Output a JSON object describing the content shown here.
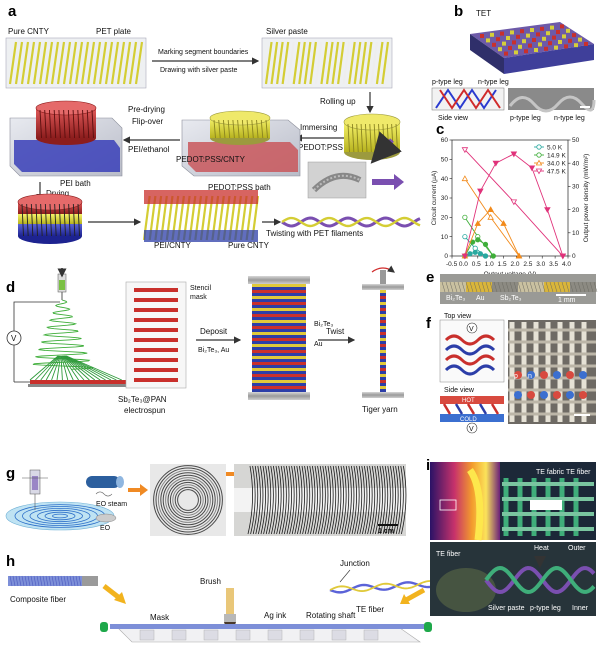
{
  "panels": {
    "a": {
      "letter": "a",
      "pure_cnty": "Pure CNTY",
      "pet_plate": "PET plate",
      "marking": "Marking segment boundaries",
      "drawing": "Drawing with silver paste",
      "silver_paste": "Silver paste",
      "rolling_up": "Rolling up",
      "immersing": "Immersing",
      "pedot_pss": "PEDOT:PSS",
      "pre_drying": "Pre-drying",
      "flip_over": "Flip-over",
      "pei_ethanol": "PEI/ethanol",
      "pedot_bath": "PEDOT:PSS bath",
      "pei_bath": "PEI bath",
      "drying": "Drying",
      "pedot_cnty": "PEDOT:PSS/CNTY",
      "pei_cnty": "PEI/CNTY",
      "pure_cnty_2": "Pure CNTY",
      "twisting": "Twisting with PET filaments"
    },
    "b": {
      "letter": "b",
      "tet": "TET",
      "p_leg": "p-type leg",
      "n_leg": "n-type leg",
      "side_view": "Side view",
      "p_leg2": "p-type leg",
      "n_leg2": "n-type leg"
    },
    "d": {
      "letter": "d",
      "v": "V",
      "stencil": "Stencil",
      "mask": "mask",
      "deposit": "Deposit",
      "deposit_materials": "Bi₂Te₃, Au",
      "twist": "Twist",
      "bi2te3": "Bi₂Te₃",
      "au": "Au",
      "sb_label": "Sb₂Te₃@PAN",
      "electrospun": "electrospun",
      "tiger_yarn": "Tiger yarn"
    },
    "e": {
      "letter": "e",
      "bi": "Bi₂Te₃",
      "au": "Au",
      "sb": "Sb₂Te₃",
      "scale": "1 mm"
    },
    "f": {
      "letter": "f",
      "top_view": "Top view",
      "side_view": "Side view",
      "v1": "V",
      "v2": "V",
      "hot": "HOT",
      "cold": "COLD",
      "p": "p",
      "n": "n"
    },
    "g": {
      "letter": "g",
      "eo_steam": "EO steam",
      "eo": "EO",
      "scale": "1 cm"
    },
    "h": {
      "letter": "h",
      "composite": "Composite fiber",
      "brush": "Brush",
      "mask": "Mask",
      "ag_ink": "Ag ink",
      "shaft": "Rotating shaft",
      "junction": "Junction",
      "te_fiber": "TE fiber"
    },
    "i": {
      "letter": "i",
      "te_fabric": "TE fabric",
      "te_fiber": "TE fiber",
      "te_fiber2": "TE fiber",
      "heat": "Heat",
      "outer": "Outer",
      "silver": "Silver paste",
      "ptype": "p-type leg",
      "inner": "Inner"
    }
  },
  "chart_data": {
    "type": "line",
    "letter": "c",
    "xlabel": "Output voltage (V)",
    "ylabel": "Circuit current (µA)",
    "y2label": "Output power density (mW/m²)",
    "xlim": [
      -0.5,
      4.0
    ],
    "ylim": [
      0,
      60
    ],
    "y2lim": [
      0,
      50
    ],
    "xticks": [
      "-0.5",
      "0.0",
      "0.5",
      "1.0",
      "1.5",
      "2.0",
      "2.5",
      "3.0",
      "3.5",
      "4.0"
    ],
    "yticks": [
      "0",
      "10",
      "20",
      "30",
      "40",
      "50",
      "60"
    ],
    "y2ticks": [
      "0",
      "10",
      "20",
      "30",
      "40",
      "50"
    ],
    "series": [
      {
        "name": "5.0 K",
        "color": "#2aa9a0",
        "marker": "circle",
        "current": [
          [
            0,
            10
          ],
          [
            0.4,
            4
          ],
          [
            0.8,
            0
          ]
        ],
        "power": [
          [
            0,
            0
          ],
          [
            0.2,
            1
          ],
          [
            0.4,
            1.6
          ],
          [
            0.6,
            1
          ],
          [
            0.8,
            0
          ]
        ]
      },
      {
        "name": "14.9 K",
        "color": "#3fae3a",
        "marker": "circle",
        "current": [
          [
            0,
            20
          ],
          [
            0.5,
            10
          ],
          [
            1.1,
            0
          ]
        ],
        "power": [
          [
            0,
            0
          ],
          [
            0.3,
            6
          ],
          [
            0.5,
            7
          ],
          [
            0.8,
            5
          ],
          [
            1.1,
            0
          ]
        ]
      },
      {
        "name": "34.0 K",
        "color": "#f28a1a",
        "marker": "triangle",
        "current": [
          [
            0,
            40
          ],
          [
            1.0,
            20
          ],
          [
            2.1,
            0
          ]
        ],
        "power": [
          [
            0,
            0
          ],
          [
            0.5,
            14
          ],
          [
            1.0,
            20
          ],
          [
            1.5,
            14
          ],
          [
            2.1,
            0
          ]
        ]
      },
      {
        "name": "47.5 K",
        "color": "#e0327a",
        "marker": "triangle-down",
        "current": [
          [
            0,
            55
          ],
          [
            1.9,
            28
          ],
          [
            3.8,
            0
          ]
        ],
        "power": [
          [
            0,
            0
          ],
          [
            0.6,
            28
          ],
          [
            1.2,
            40
          ],
          [
            1.9,
            44
          ],
          [
            2.6,
            38
          ],
          [
            3.2,
            20
          ],
          [
            3.8,
            0
          ]
        ]
      }
    ]
  }
}
